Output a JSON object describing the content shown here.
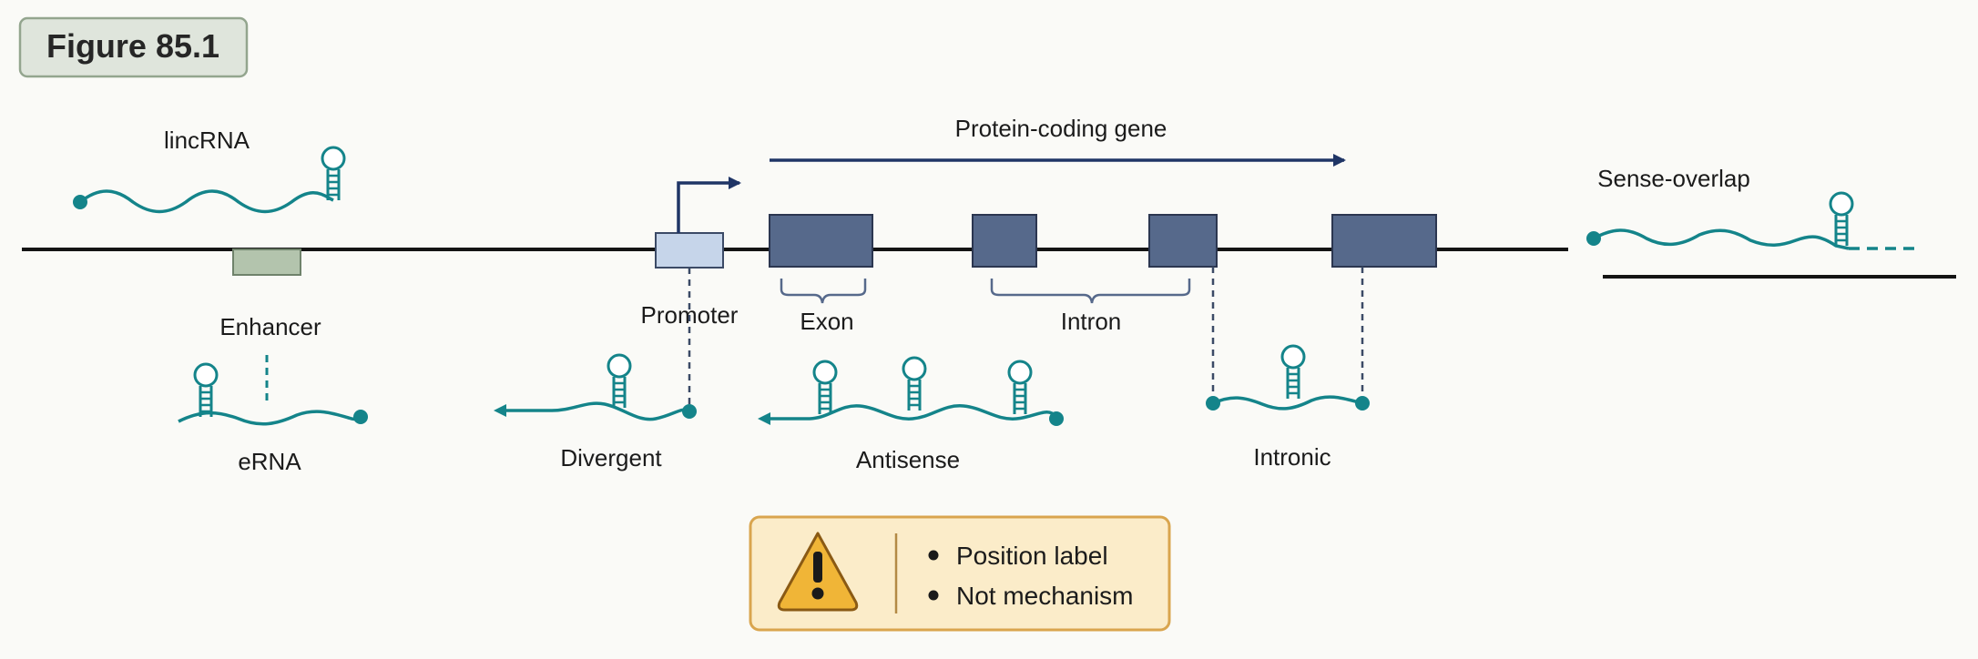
{
  "figure_label": "Figure 85.1",
  "gene": {
    "label": "Protein-coding gene",
    "exon_label": "Exon",
    "intron_label": "Intron",
    "promoter_label": "Promoter",
    "enhancer_label": "Enhancer"
  },
  "lncrna_classes": {
    "lincrna": "lincRNA",
    "erna": "eRNA",
    "divergent": "Divergent",
    "antisense": "Antisense",
    "intronic": "Intronic",
    "sense_overlap": "Sense-overlap"
  },
  "note": {
    "icon": "warning-icon",
    "items": [
      "Position label",
      "Not mechanism"
    ]
  },
  "colors": {
    "rna": "#14848a",
    "exon": "#56698b",
    "gene_arrow": "#1f3566",
    "promoter": "#c6d5ea",
    "enhancer": "#b3c4ad",
    "title_box": "#dfe5dc",
    "note_box": "#fbecc9",
    "note_border": "#d9a54e",
    "warning": "#f0b537"
  }
}
